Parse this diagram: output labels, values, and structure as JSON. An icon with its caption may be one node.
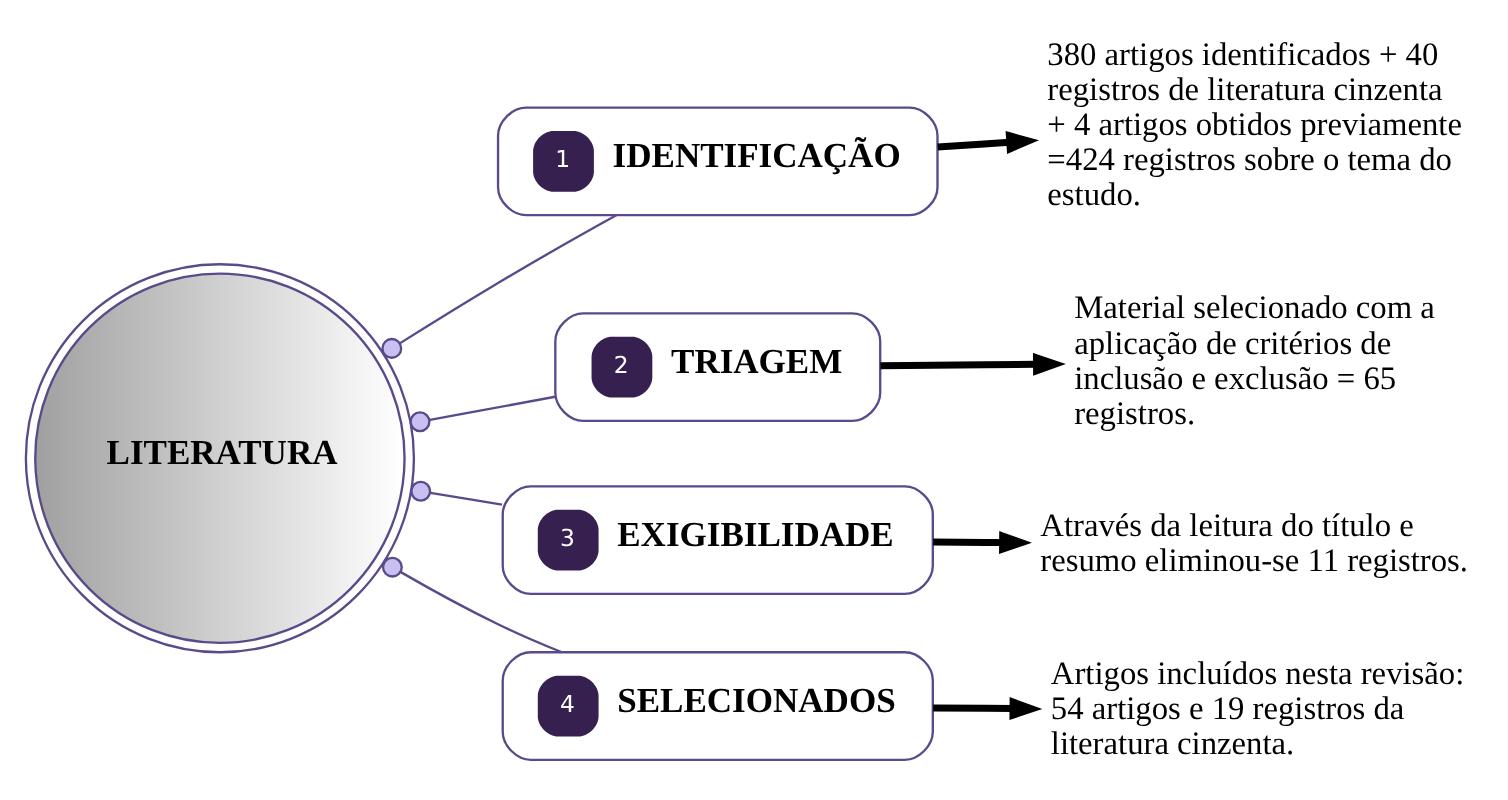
{
  "diagram": {
    "nodes": [
      {
        "text": [
          "LITERATURA"
        ]
      },
      {
        "text": [
          "1",
          "IDENTIFICAÇÃO"
        ]
      },
      {
        "text": [
          "2",
          "TRIAGEM"
        ]
      },
      {
        "text": [
          "3",
          "EXIGIBILIDADE"
        ]
      },
      {
        "text": [
          "4",
          "SELECIONADOS"
        ]
      },
      {
        "text": [
          "380 artigos identificados + 40 registros de literatura cinzenta + 4 artigos obtidos previamente =424 registros sobre o tema do estudo."
        ]
      },
      {
        "text": [
          "Material selecionado com a aplicação de critérios de inclusão e exclusão = 65 registros."
        ]
      },
      {
        "text": [
          "Através da leitura do título e resumo eliminou-se 11 registros."
        ]
      },
      {
        "text": [
          "Artigos incluídos nesta revisão: 54 artigos e 19 registros da literatura cinzenta."
        ]
      }
    ],
    "edges": [
      {
        "from": 0,
        "to": 1,
        "arrow": "other",
        "color": "#5b4a8a"
      },
      {
        "from": 0,
        "to": 2,
        "arrow": "other",
        "color": "#5b4a8a"
      },
      {
        "from": 0,
        "to": 3,
        "arrow": "other",
        "color": "#5b4a8a"
      },
      {
        "from": 0,
        "to": 4,
        "arrow": "other",
        "color": "#5b4a8a"
      },
      {
        "from": 1,
        "to": 5,
        "arrow": "to",
        "style": "thick",
        "color": "#000000"
      },
      {
        "from": 2,
        "to": 6,
        "arrow": "to",
        "style": "thick",
        "color": "#000000"
      },
      {
        "from": 3,
        "to": 7,
        "arrow": "to",
        "style": "thick",
        "color": "#000000"
      },
      {
        "from": 4,
        "to": 8,
        "arrow": "to",
        "style": "thick",
        "color": "#000000"
      }
    ]
  }
}
